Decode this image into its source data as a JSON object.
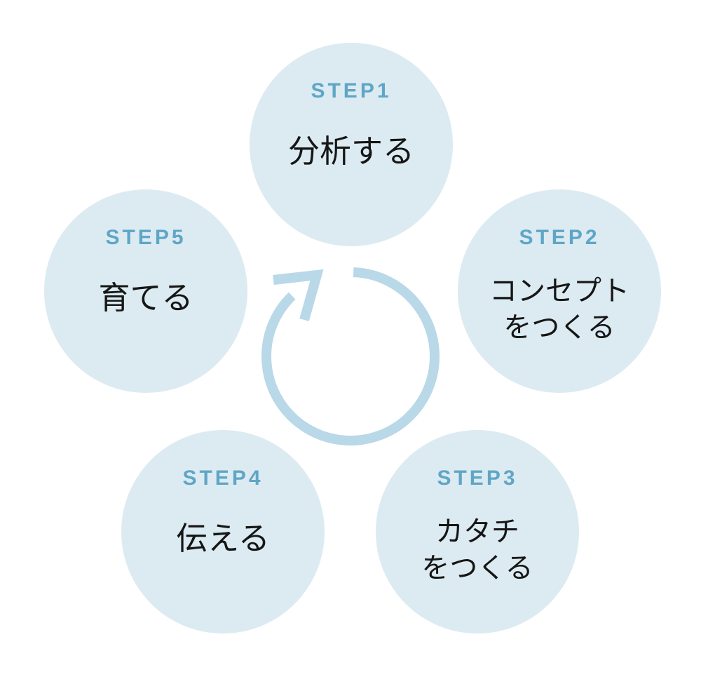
{
  "diagram": {
    "type": "cycle",
    "direction": "clockwise",
    "steps": [
      {
        "label": "STEP1",
        "text": "分析する",
        "position": "top"
      },
      {
        "label": "STEP2",
        "text": "コンセプト\nをつくる",
        "position": "right"
      },
      {
        "label": "STEP3",
        "text": "カタチ\nをつくる",
        "position": "bottom-right"
      },
      {
        "label": "STEP4",
        "text": "伝える",
        "position": "bottom-left"
      },
      {
        "label": "STEP5",
        "text": "育てる",
        "position": "left"
      }
    ],
    "center_icon": "cycle-arrow",
    "colors": {
      "circle_fill": "#dcebf2",
      "step_label": "#5fa6c6",
      "body_text": "#161616",
      "arrow": "#b9d8e8",
      "background": "#ffffff"
    }
  }
}
